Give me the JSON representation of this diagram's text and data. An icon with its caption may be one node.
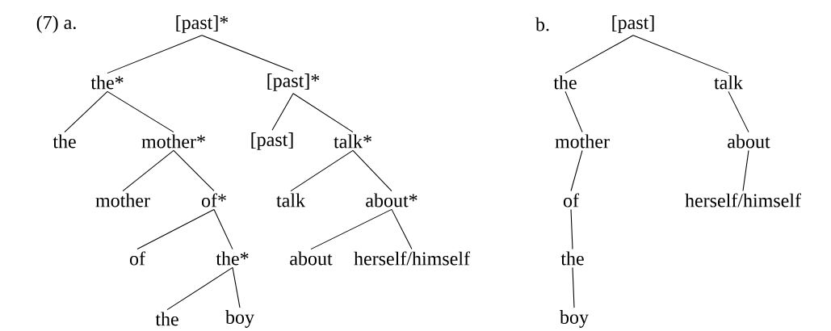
{
  "diagram": {
    "nodes": [
      {
        "text": [
          "[past]*"
        ]
      },
      {
        "text": [
          "the*"
        ]
      },
      {
        "text": [
          "[past]*"
        ]
      },
      {
        "text": [
          "the"
        ]
      },
      {
        "text": [
          "mother*"
        ]
      },
      {
        "text": [
          "[past]"
        ]
      },
      {
        "text": [
          "talk*"
        ]
      },
      {
        "text": [
          "mother"
        ]
      },
      {
        "text": [
          "of*"
        ]
      },
      {
        "text": [
          "talk"
        ]
      },
      {
        "text": [
          "about*"
        ]
      },
      {
        "text": [
          "of"
        ]
      },
      {
        "text": [
          "the*"
        ]
      },
      {
        "text": [
          "about"
        ]
      },
      {
        "text": [
          "herself/himself"
        ]
      },
      {
        "text": [
          "the"
        ]
      },
      {
        "text": [
          "boy"
        ]
      },
      {
        "text": [
          "[past]"
        ]
      },
      {
        "text": [
          "the"
        ]
      },
      {
        "text": [
          "talk"
        ]
      },
      {
        "text": [
          "mother"
        ]
      },
      {
        "text": [
          "about"
        ]
      },
      {
        "text": [
          "of"
        ]
      },
      {
        "text": [
          "herself/himself"
        ]
      },
      {
        "text": [
          "the"
        ]
      },
      {
        "text": [
          "boy"
        ]
      }
    ],
    "edges": [
      {
        "from": 0,
        "to": 1,
        "arrow": "none"
      },
      {
        "from": 0,
        "to": 2,
        "arrow": "none"
      },
      {
        "from": 1,
        "to": 3,
        "arrow": "none"
      },
      {
        "from": 1,
        "to": 4,
        "arrow": "none"
      },
      {
        "from": 2,
        "to": 5,
        "arrow": "none"
      },
      {
        "from": 2,
        "to": 6,
        "arrow": "none"
      },
      {
        "from": 4,
        "to": 7,
        "arrow": "none"
      },
      {
        "from": 4,
        "to": 8,
        "arrow": "none"
      },
      {
        "from": 6,
        "to": 9,
        "arrow": "none"
      },
      {
        "from": 6,
        "to": 10,
        "arrow": "none"
      },
      {
        "from": 8,
        "to": 11,
        "arrow": "none"
      },
      {
        "from": 8,
        "to": 12,
        "arrow": "none"
      },
      {
        "from": 10,
        "to": 13,
        "arrow": "none"
      },
      {
        "from": 10,
        "to": 14,
        "arrow": "none"
      },
      {
        "from": 12,
        "to": 15,
        "arrow": "none"
      },
      {
        "from": 12,
        "to": 16,
        "arrow": "none"
      },
      {
        "from": 17,
        "to": 18,
        "arrow": "none"
      },
      {
        "from": 17,
        "to": 19,
        "arrow": "none"
      },
      {
        "from": 18,
        "to": 20,
        "arrow": "none"
      },
      {
        "from": 20,
        "to": 22,
        "arrow": "none"
      },
      {
        "from": 22,
        "to": 24,
        "arrow": "none"
      },
      {
        "from": 24,
        "to": 25,
        "arrow": "none"
      },
      {
        "from": 19,
        "to": 21,
        "arrow": "none"
      },
      {
        "from": 21,
        "to": 23,
        "arrow": "none"
      }
    ],
    "labels": [
      "(7) a.",
      "b."
    ]
  }
}
